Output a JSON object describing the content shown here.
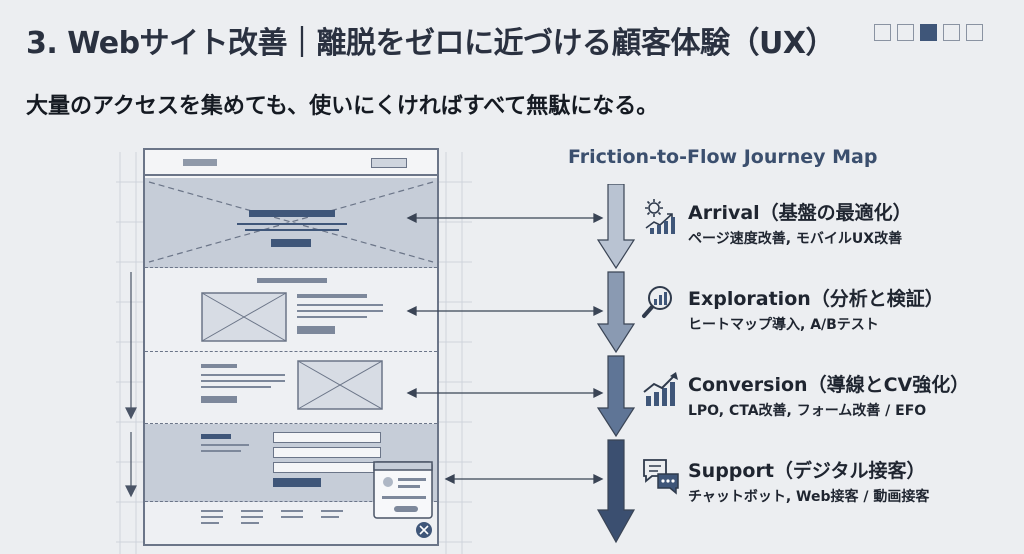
{
  "header": {
    "title": "3. Webサイト改善｜離脱をゼロに近づける顧客体験（UX）",
    "subtitle": "大量のアクセスを集めても、使いにくければすべて無駄になる。",
    "pager": {
      "total": 5,
      "active_index": 2
    }
  },
  "journey_map": {
    "title": "Friction-to-Flow Journey Map",
    "stages": [
      {
        "name": "Arrival（基盤の最適化）",
        "desc": "ページ速度改善, モバイルUX改善",
        "icon": "gear-chart-icon"
      },
      {
        "name": "Exploration（分析と検証）",
        "desc": "ヒートマップ導入, A/Bテスト",
        "icon": "magnifier-chart-icon"
      },
      {
        "name": "Conversion（導線とCV強化）",
        "desc": "LPO, CTA改善, フォーム改善 / EFO",
        "icon": "growth-chart-icon"
      },
      {
        "name": "Support（デジタル接客）",
        "desc": "チャットボット, Web接客 / 動画接客",
        "icon": "chat-bubbles-icon"
      }
    ]
  },
  "colors": {
    "accent": "#3f5679",
    "wireframe_line": "#6b7588",
    "background": "#eceef1"
  }
}
